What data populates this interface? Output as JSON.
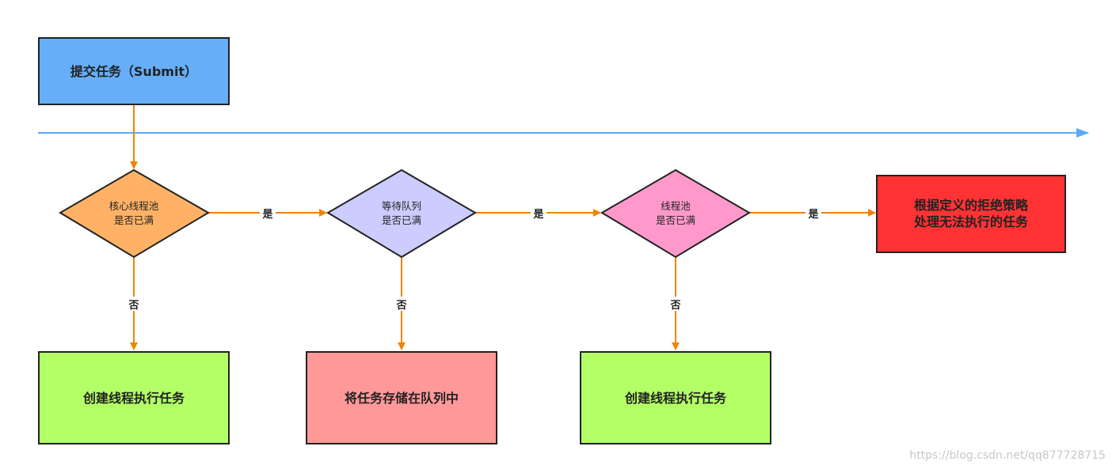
{
  "colors": {
    "timeline": "#5aabf2",
    "edge": "#f08300",
    "submit_fill": "#66aef8",
    "diamond1_fill": "#ffb266",
    "diamond2_fill": "#ccccff",
    "diamond3_fill": "#ff99cc",
    "reject_fill": "#ff3333",
    "create_fill": "#b3ff66",
    "queue_fill": "#ff9999",
    "border": "#222222"
  },
  "nodes": {
    "submit": "提交任务（Submit）",
    "core_check": [
      "核心线程池",
      "是否已满"
    ],
    "queue_check": [
      "等待队列",
      "是否已满"
    ],
    "pool_check": [
      "线程池",
      "是否已满"
    ],
    "reject": [
      "根据定义的拒绝策略",
      "处理无法执行的任务"
    ],
    "create_core": "创建线程执行任务",
    "enqueue": "将任务存储在队列中",
    "create_thread": "创建线程执行任务"
  },
  "edges": {
    "yes": "是",
    "no": "否"
  },
  "watermark": "https://blog.csdn.net/qq877728715"
}
